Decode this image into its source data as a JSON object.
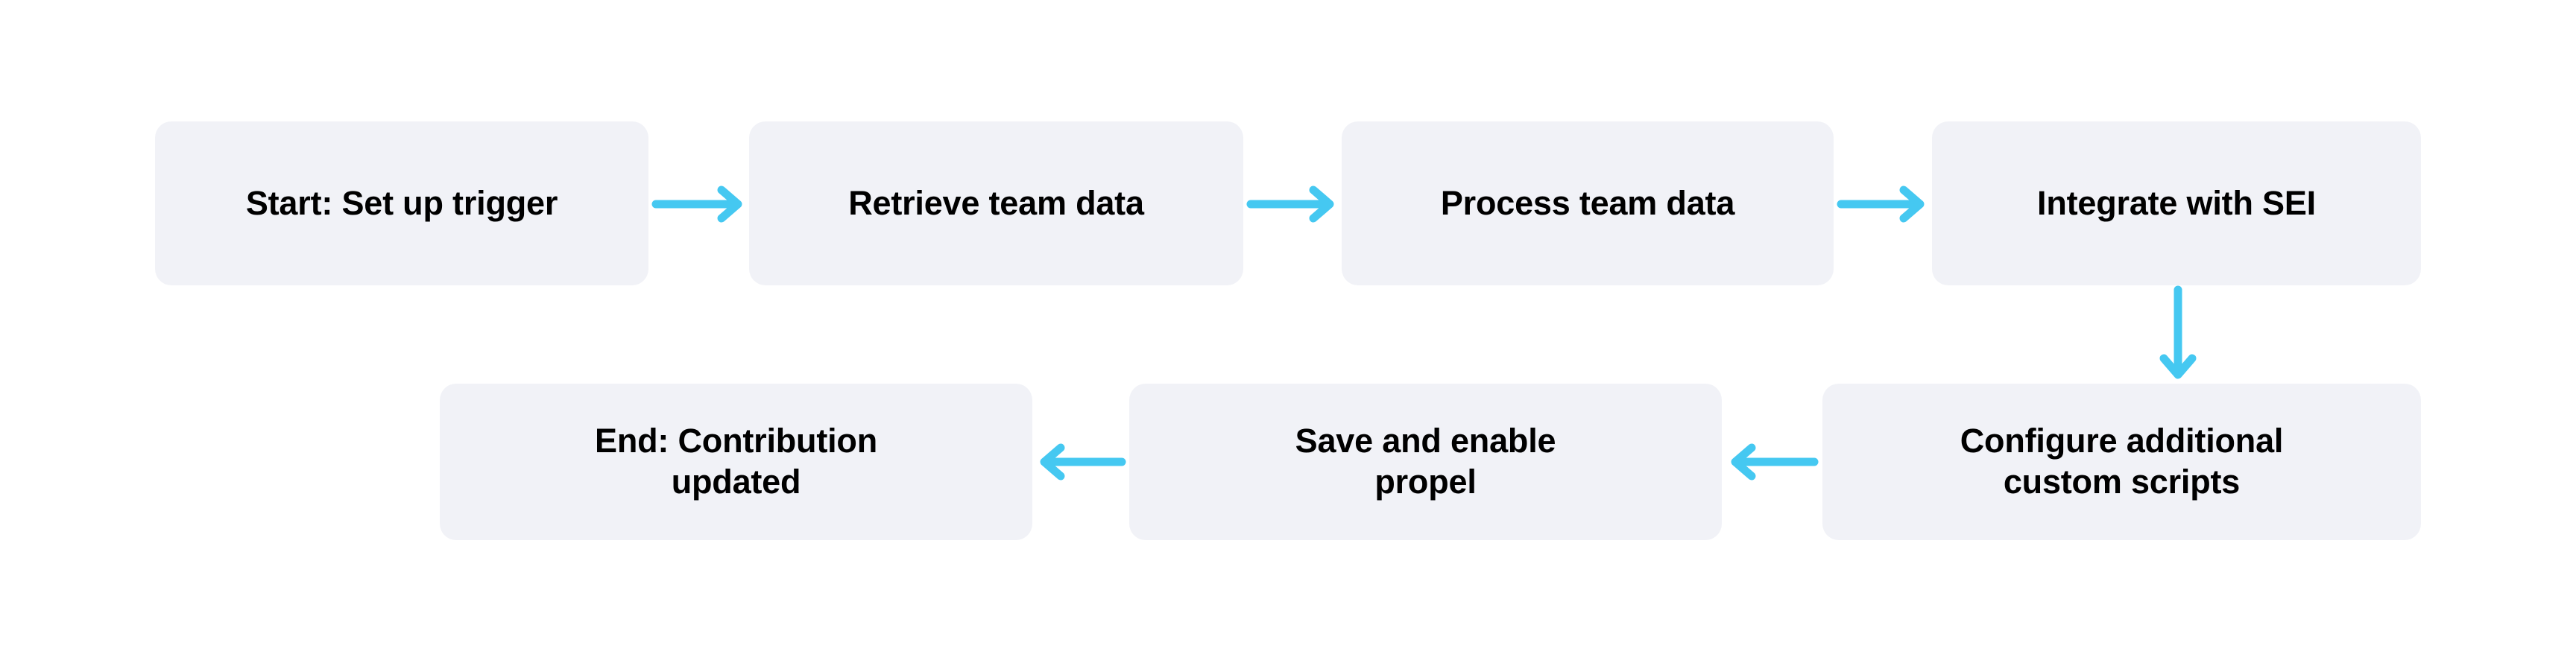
{
  "diagram": {
    "type": "flowchart",
    "orientation": "horizontal-serpentine",
    "background_color": "#FFFFFF",
    "node_fill_color": "#F1F2F7",
    "node_text_color": "#000000",
    "arrow_color": "#45C8F1",
    "nodes": [
      {
        "id": "start",
        "label": "Start: Set up trigger",
        "row": 1,
        "order": 1
      },
      {
        "id": "retrieve",
        "label": "Retrieve team data",
        "row": 1,
        "order": 2
      },
      {
        "id": "process",
        "label": "Process team data",
        "row": 1,
        "order": 3
      },
      {
        "id": "integrate",
        "label": "Integrate with SEI",
        "row": 1,
        "order": 4
      },
      {
        "id": "configure",
        "label": "Configure additional\ncustom scripts",
        "row": 2,
        "order": 1
      },
      {
        "id": "save",
        "label": "Save and enable\npropel",
        "row": 2,
        "order": 2
      },
      {
        "id": "end",
        "label": "End: Contribution\nupdated",
        "row": 2,
        "order": 3
      }
    ],
    "edges": [
      {
        "from": "start",
        "to": "retrieve",
        "direction": "right",
        "icon": "arrow-right-icon"
      },
      {
        "from": "retrieve",
        "to": "process",
        "direction": "right",
        "icon": "arrow-right-icon"
      },
      {
        "from": "process",
        "to": "integrate",
        "direction": "right",
        "icon": "arrow-right-icon"
      },
      {
        "from": "integrate",
        "to": "configure",
        "direction": "down",
        "icon": "arrow-down-icon"
      },
      {
        "from": "configure",
        "to": "save",
        "direction": "left",
        "icon": "arrow-left-icon"
      },
      {
        "from": "save",
        "to": "end",
        "direction": "left",
        "icon": "arrow-left-icon"
      }
    ]
  }
}
